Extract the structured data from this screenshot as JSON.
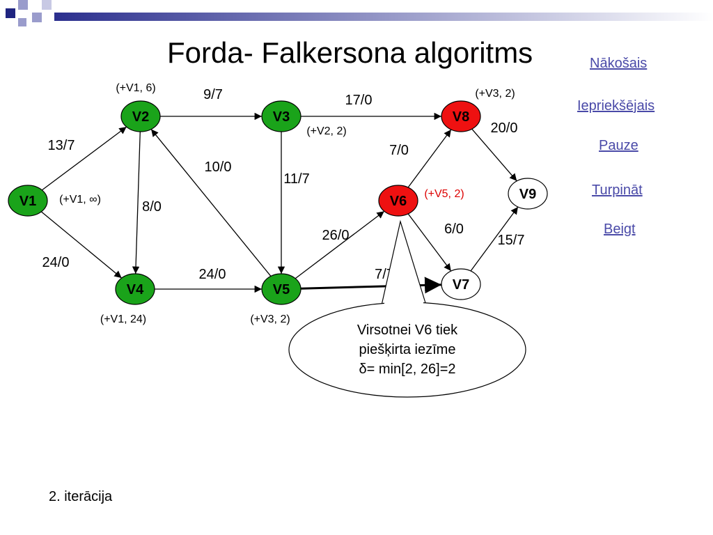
{
  "slide": {
    "title": "Forda- Falkersona algoritms",
    "iteration": "2. iterācija"
  },
  "nav": {
    "next": "Nākošais",
    "previous": "Iepriekšējais",
    "pause": "Pauze",
    "continue": "Turpināt",
    "end": "Beigt"
  },
  "colors": {
    "node_green": "#1aa31a",
    "node_red": "#ee1111",
    "node_white": "#ffffff",
    "link": "#4a4aa8",
    "red_label": "#dd0000"
  },
  "nodes": [
    {
      "id": "V1",
      "label": "V1",
      "color": "green",
      "tag": "(+V1, ∞)"
    },
    {
      "id": "V2",
      "label": "V2",
      "color": "green",
      "tag": "(+V1, 6)"
    },
    {
      "id": "V3",
      "label": "V3",
      "color": "green",
      "tag": "(+V2, 2)"
    },
    {
      "id": "V4",
      "label": "V4",
      "color": "green",
      "tag": "(+V1, 24)"
    },
    {
      "id": "V5",
      "label": "V5",
      "color": "green",
      "tag": "(+V3, 2)"
    },
    {
      "id": "V6",
      "label": "V6",
      "color": "red",
      "tag": "(+V5, 2)"
    },
    {
      "id": "V7",
      "label": "V7",
      "color": "white",
      "tag": ""
    },
    {
      "id": "V8",
      "label": "V8",
      "color": "red",
      "tag": "(+V3, 2)"
    },
    {
      "id": "V9",
      "label": "V9",
      "color": "white",
      "tag": ""
    }
  ],
  "edges": [
    {
      "from": "V1",
      "to": "V2",
      "label": "13/7"
    },
    {
      "from": "V1",
      "to": "V4",
      "label": "24/0"
    },
    {
      "from": "V2",
      "to": "V3",
      "label": "9/7"
    },
    {
      "from": "V2",
      "to": "V4",
      "label": "8/0"
    },
    {
      "from": "V5",
      "to": "V2",
      "label": "10/0"
    },
    {
      "from": "V3",
      "to": "V8",
      "label": "17/0"
    },
    {
      "from": "V3",
      "to": "V5",
      "label": "11/7"
    },
    {
      "from": "V4",
      "to": "V5",
      "label": "24/0"
    },
    {
      "from": "V5",
      "to": "V6",
      "label": "26/0"
    },
    {
      "from": "V5",
      "to": "V7",
      "label": "7/7"
    },
    {
      "from": "V6",
      "to": "V8",
      "label": "7/0"
    },
    {
      "from": "V6",
      "to": "V7",
      "label": "6/0"
    },
    {
      "from": "V8",
      "to": "V9",
      "label": "20/0"
    },
    {
      "from": "V7",
      "to": "V9",
      "label": "15/7"
    }
  ],
  "callout": {
    "lines": [
      "Virsotnei V6 tiek",
      "piešķirta iezīme",
      "δ= min[2, 26]=2"
    ]
  }
}
